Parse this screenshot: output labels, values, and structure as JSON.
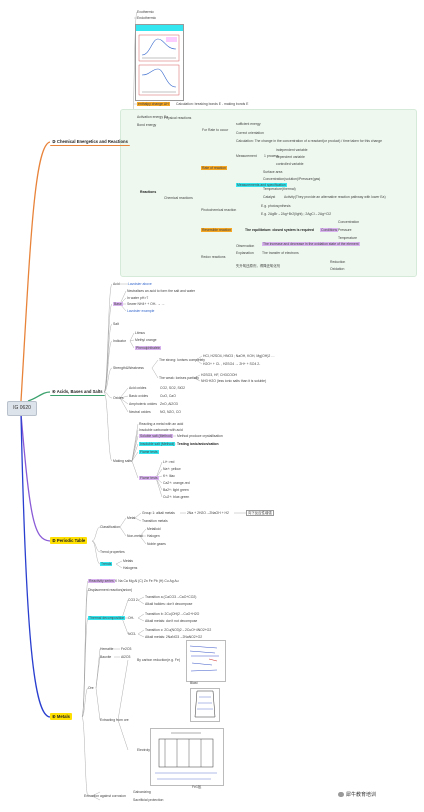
{
  "root": {
    "label": "IG 0620"
  },
  "branches": {
    "b1": "③ Chemical Energetics and Reactions",
    "b2": "④ Acids, Bases and Salts",
    "b3": "⑤ Periodic Table",
    "b4": "⑥ Metals"
  },
  "sec1": {
    "top": [
      "Exothermic",
      "Endothermic"
    ],
    "activation": "Activation energy Ea",
    "bond": "Bond energy",
    "enthalpy": "enthalpy change ΔH",
    "calc": "Calculation: breaking bonds E - making bonds E",
    "reactions": "Reactions",
    "physical": "Physical reactions",
    "chemical": "Chemical reactions",
    "factors": "For Rate to occur",
    "suff": "sufficient energy",
    "coll": "Correct orientation",
    "calc2": "Calculation: The change in the concentration of a reactant(or product) / time taken for this change",
    "rate": "Rate of reaction",
    "measure": "Measurement",
    "process": "1 process",
    "ind": "independent variable",
    "dep": "dependent variable",
    "ctrl": "controlled variable",
    "factors2": "Measurements and specification",
    "surface": "Surface area",
    "conc": "Concentration(solution)/Pressure(gas)",
    "temp": "Temperature(thermal)",
    "cat": "Catalyst",
    "catdesc": "Activity(They provide an alternative reaction pathway with lower Ea)",
    "photo": "Photochemical reaction",
    "photo1": "E.g. photosynthesis",
    "photo2": "E.g. 2AgBr→2Ag+Br2(light) ; 2AgCl→2Ag+Cl2",
    "rev": "Reversible reaction",
    "eq": "The equilibrium: closed system is required",
    "cond": "Conditions",
    "c1": "Concentration",
    "c2": "Pressure",
    "c3": "Temperature",
    "redox": "Redox reactions",
    "obs": "Observation",
    "obsdesc": "The increase and decrease in the oxidation state of the element",
    "def": "Explanation",
    "defdesc": "The transfer of electrons",
    "cn": "失升氧还原剂，得降还氧化剂",
    "red": "Reduction",
    "oxi": "Oxidation"
  },
  "sec2": {
    "acid": "Acid",
    "acidd": "Lavoisier above",
    "base": "Base",
    "b1": "Neutralises an acid to form the salt and water",
    "b2": "In water pH>7",
    "b3": "Sewer NH4+ + OH- → ...",
    "b4": "Lavoisier example",
    "salt": "Salt",
    "indicator": "Indicator",
    "i1": "Litmus",
    "i2": "Methyl orange",
    "i3": "Phenolphthalein",
    "strength": "Strength&Weakness",
    "s1": "The strong: Ionises completely",
    "s1e": "HCl, H2SO4, HNO3 ; NaOH, KOH, Mg(OH)2 …",
    "s1e2": "H2O+ + Cl- , H2SO4 → 2H+ + SO4 2-",
    "s2": "The weak: Ionises partially",
    "s2e": "H2SO3, HF, CH3COOH",
    "s2e2": "NH3·H2O (less ionic salts than it is soluble)",
    "oxides": "Oxides",
    "o1": "Acid oxides",
    "o1e": "CO2, SO2, SiO2",
    "o2": "Basic oxides",
    "o2e": "CuO, CaO",
    "o3": "Amphoteric oxides",
    "o3e": "ZnO, Al2O3",
    "o4": "Neutral oxides",
    "o4e": "NO, N2O, CO",
    "making": "Making salts",
    "m1": "Reacting a metal with an acid",
    "m2": "Insoluble carbonate with acid",
    "m3": "Soluble salt (Method)",
    "m3d": "Method produce crystallisation",
    "m4": "Insoluble salt (Method)",
    "m4d": "Testing ionic/anion/cation",
    "m5": "Flame tests",
    "m6": "Flame tests",
    "ions": [
      "Li+: red",
      "Na+: yellow",
      "K+: lilac",
      "Ca2+: orange-red",
      "Ba2+: light green",
      "Cu2+: blue-green"
    ]
  },
  "sec3": {
    "class": "Classification",
    "metal": "Metal",
    "g1": "Group 1: alkali metals",
    "g1e": "2Na + 2H2O→2NaOH + H2",
    "g1tag": "向下反应性增强",
    "tm": "Transition metals",
    "nonmetal": "Non-metal",
    "n1": "Metalloid",
    "n2": "Halogen",
    "n3": "Noble gases",
    "trend": "Trend properties",
    "trends": "Trends",
    "t1": "Metals",
    "t2": "Halogens"
  },
  "sec4": {
    "react": "Reactivity series",
    "reactd": "K Na Ca Mg Al (C) Zn Fe Pb (H) Cu Ag Au",
    "disp": "Displacement reaction(anion)",
    "therm": "Thermal decomposition",
    "co3": "CO3 2-",
    "co3a": "Transition a (CaCO3→CaO+CO2)",
    "co3b": "Alkali halides: don't decompose",
    "oh": "OH-",
    "oha": "Transition b: 2Cu(OH)2→CuO+H2O",
    "ohb": "Alkali metals: don't not decompose",
    "no3": "NO3-",
    "no3a": "Transition c: 2Cu(NO3)2→2CuO+4NO2+O2",
    "no3b": "Alkali metals: 2NaNO3→2NaNO2+O2",
    "alloy": "Alloy",
    "ore": "Ore",
    "extract": "Extracting from ore",
    "hem": "Hematite",
    "hemf": "Fe2O3",
    "baux": "Bauxite",
    "bauxf": "Al2O3",
    "carbon": "By carbon reduction(e.g. Fe)",
    "elec": "Electrolysis",
    "blast": "Blast",
    "lab": "Fe1氨",
    "ext": "Extraction against corrosion",
    "e1": "Galvanizing",
    "e2": "Sacrificial protection"
  },
  "watermark": "犀牛教育培训",
  "colors": {
    "orange": "#e8833a",
    "green": "#3aa16d",
    "purple": "#8a5bd6",
    "blue": "#2a3fcf",
    "cyan": "#33e6f0",
    "highlight_orange": "#f5a623",
    "highlight_purple": "#d9b3f0"
  }
}
